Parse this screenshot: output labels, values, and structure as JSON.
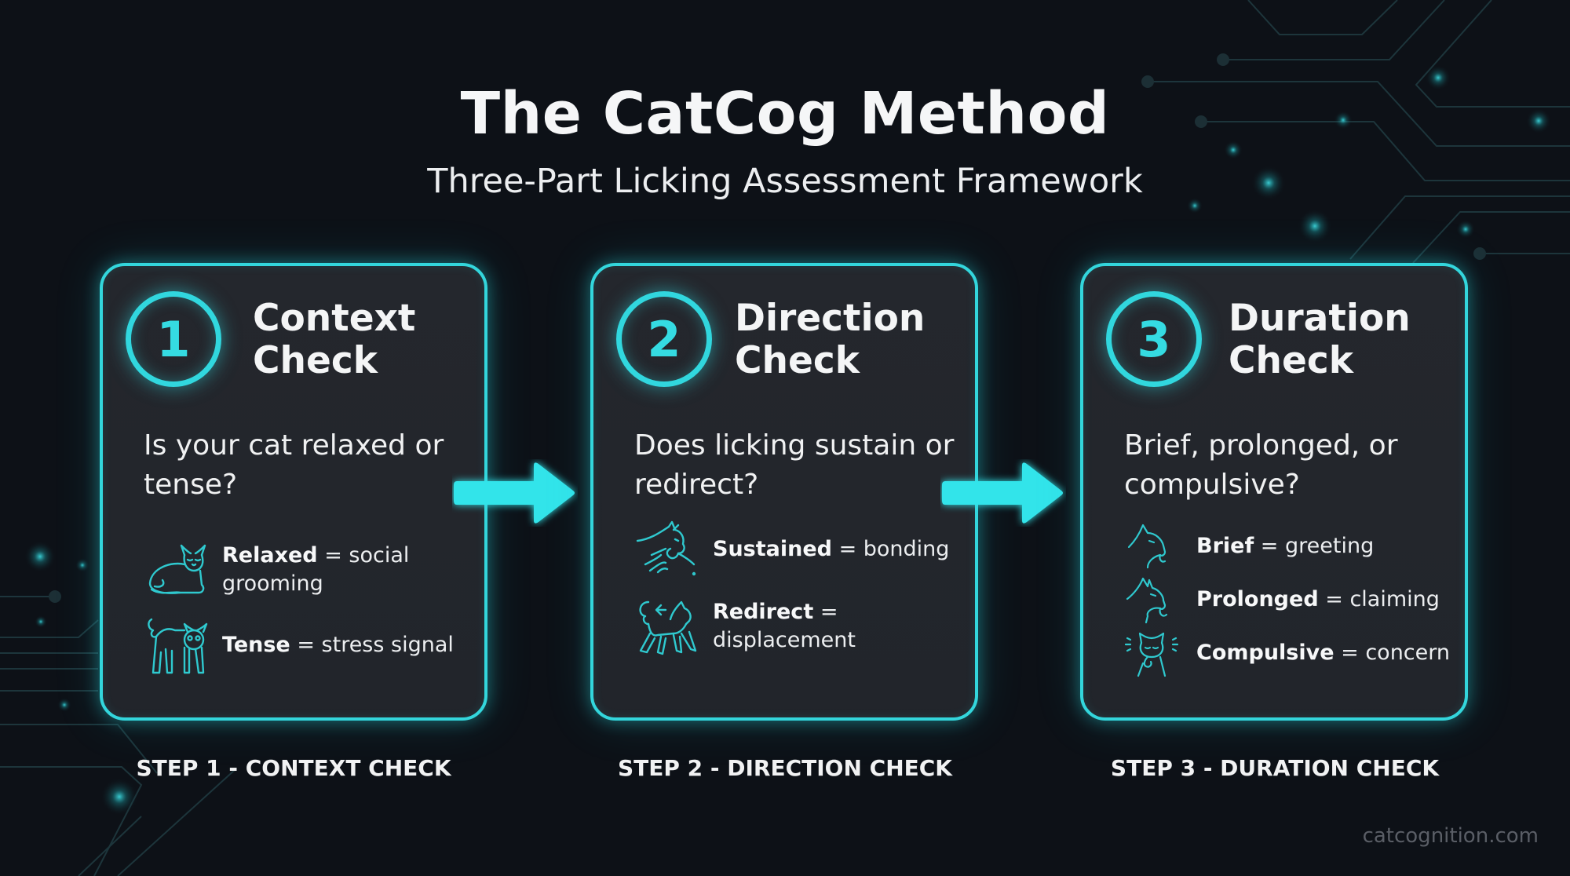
{
  "header": {
    "title": "The CatCog Method",
    "subtitle": "Three-Part Licking Assessment Framework"
  },
  "colors": {
    "background": "#0d1117",
    "card_background": "#23262c",
    "accent_cyan": "#33d6dc",
    "text": "#f2f3f4",
    "footer_text": "#5a5e66"
  },
  "steps": [
    {
      "number": "1",
      "title_line1": "Context",
      "title_line2": "Check",
      "question": "Is your cat relaxed or tense?",
      "items": [
        {
          "icon": "relaxed-cat-icon",
          "term": "Relaxed",
          "meaning": " = social grooming"
        },
        {
          "icon": "tense-cat-icon",
          "term": "Tense",
          "meaning": " = stress signal"
        }
      ],
      "label": "STEP 1 - CONTEXT CHECK"
    },
    {
      "number": "2",
      "title_line1": "Direction",
      "title_line2": "Check",
      "question": "Does licking sustain or redirect?",
      "items": [
        {
          "icon": "cat-licking-paw-icon",
          "term": "Sustained",
          "meaning": " = bonding"
        },
        {
          "icon": "cat-redirect-icon",
          "term": "Redirect",
          "meaning": " = displacement"
        }
      ],
      "label": "STEP 2 - DIRECTION CHECK"
    },
    {
      "number": "3",
      "title_line1": "Duration",
      "title_line2": "Check",
      "question": "Brief, prolonged, or compulsive?",
      "items": [
        {
          "icon": "cat-brief-lick-icon",
          "term": "Brief",
          "meaning": " = greeting"
        },
        {
          "icon": "cat-prolonged-lick-icon",
          "term": "Prolonged",
          "meaning": " = claiming"
        },
        {
          "icon": "cat-compulsive-lick-icon",
          "term": "Compulsive",
          "meaning": " = concern"
        }
      ],
      "label": "STEP 3 - DURATION CHECK"
    }
  ],
  "arrows": [
    {
      "icon": "right-arrow-icon"
    },
    {
      "icon": "right-arrow-icon"
    }
  ],
  "footer": {
    "site": "catcognition.com"
  }
}
